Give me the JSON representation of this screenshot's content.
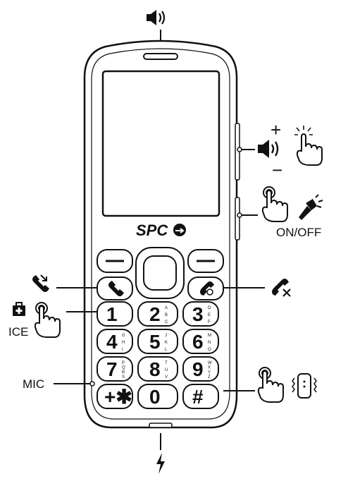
{
  "brand": {
    "name": "SPC"
  },
  "labels": {
    "ice": "ICE",
    "mic": "MIC",
    "on_off": "ON/OFF",
    "plus": "+",
    "minus": "−"
  },
  "keypad": [
    {
      "digit": "1",
      "sub": ""
    },
    {
      "digit": "2",
      "sub": "ABC"
    },
    {
      "digit": "3",
      "sub": "DEF"
    },
    {
      "digit": "4",
      "sub": "GHI"
    },
    {
      "digit": "5",
      "sub": "JKL"
    },
    {
      "digit": "6",
      "sub": "MNO"
    },
    {
      "digit": "7",
      "sub": "PQRS"
    },
    {
      "digit": "8",
      "sub": "TUV"
    },
    {
      "digit": "9",
      "sub": "WXYZ"
    },
    {
      "digit": "+✱",
      "sub": ""
    },
    {
      "digit": "0",
      "sub": ""
    },
    {
      "digit": "#",
      "sub": ""
    }
  ],
  "icons": {
    "top": "speaker-icon",
    "bottom": "charging-bolt-icon",
    "side_volume": "volume-icon",
    "side_light": "flashlight-icon"
  }
}
